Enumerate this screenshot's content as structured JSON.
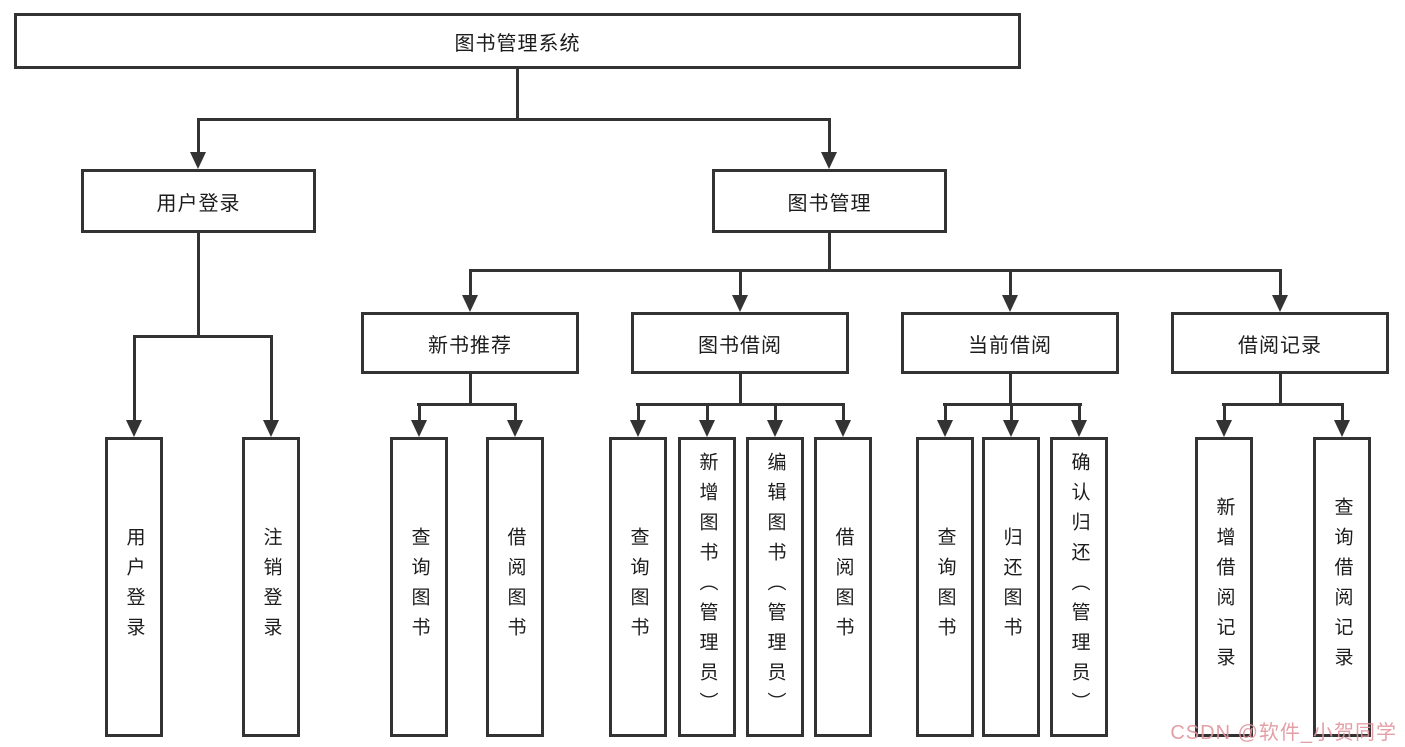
{
  "diagram": {
    "line_color": "#333333",
    "root": {
      "label": "图书管理系统"
    },
    "branches": [
      {
        "label": "用户登录",
        "children": [
          {
            "label": "用户登录"
          },
          {
            "label": "注销登录"
          }
        ]
      },
      {
        "label": "图书管理",
        "children": [
          {
            "label": "新书推荐",
            "children": [
              {
                "label": "查询图书"
              },
              {
                "label": "借阅图书"
              }
            ]
          },
          {
            "label": "图书借阅",
            "children": [
              {
                "label": "查询图书"
              },
              {
                "label": "新增图书（管理员）"
              },
              {
                "label": "编辑图书（管理员）"
              },
              {
                "label": "借阅图书"
              }
            ]
          },
          {
            "label": "当前借阅",
            "children": [
              {
                "label": "查询图书"
              },
              {
                "label": "归还图书"
              },
              {
                "label": "确认归还（管理员）"
              }
            ]
          },
          {
            "label": "借阅记录",
            "children": [
              {
                "label": "新增借阅记录"
              },
              {
                "label": "查询借阅记录"
              }
            ]
          }
        ]
      }
    ],
    "watermark": {
      "text": "CSDN @软件_小贺同学",
      "color": "#e0959d"
    }
  }
}
